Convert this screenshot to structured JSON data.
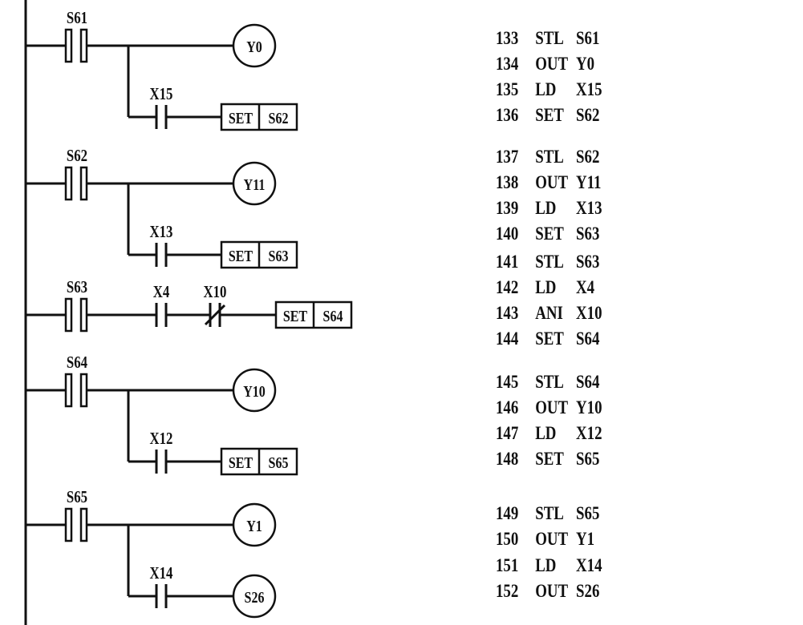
{
  "diagram": {
    "type": "plc-ladder-diagram-with-instruction-list",
    "rungs": [
      {
        "stl": "S61",
        "output_coil": "Y0",
        "branch": {
          "contact": "X15",
          "contact_type": "NO",
          "action": "SET",
          "target": "S62",
          "target_kind": "set-box"
        }
      },
      {
        "stl": "S62",
        "output_coil": "Y11",
        "branch": {
          "contact": "X13",
          "contact_type": "NO",
          "action": "SET",
          "target": "S63",
          "target_kind": "set-box"
        }
      },
      {
        "stl": "S63",
        "series_contacts": [
          {
            "name": "X4",
            "contact_type": "NO"
          },
          {
            "name": "X10",
            "contact_type": "NC"
          }
        ],
        "action": "SET",
        "target": "S64"
      },
      {
        "stl": "S64",
        "output_coil": "Y10",
        "branch": {
          "contact": "X12",
          "contact_type": "NO",
          "action": "SET",
          "target": "S65",
          "target_kind": "set-box"
        }
      },
      {
        "stl": "S65",
        "output_coil": "Y1",
        "branch": {
          "contact": "X14",
          "contact_type": "NO",
          "action": "OUT",
          "target": "S26",
          "target_kind": "coil"
        }
      }
    ],
    "instruction_list": [
      {
        "step": "133",
        "op": "STL",
        "arg": "S61"
      },
      {
        "step": "134",
        "op": "OUT",
        "arg": "Y0"
      },
      {
        "step": "135",
        "op": "LD",
        "arg": "X15"
      },
      {
        "step": "136",
        "op": "SET",
        "arg": "S62"
      },
      {
        "step": "137",
        "op": "STL",
        "arg": "S62"
      },
      {
        "step": "138",
        "op": "OUT",
        "arg": "Y11"
      },
      {
        "step": "139",
        "op": "LD",
        "arg": "X13"
      },
      {
        "step": "140",
        "op": "SET",
        "arg": "S63"
      },
      {
        "step": "141",
        "op": "STL",
        "arg": "S63"
      },
      {
        "step": "142",
        "op": "LD",
        "arg": "X4"
      },
      {
        "step": "143",
        "op": "ANI",
        "arg": "X10"
      },
      {
        "step": "144",
        "op": "SET",
        "arg": "S64"
      },
      {
        "step": "145",
        "op": "STL",
        "arg": "S64"
      },
      {
        "step": "146",
        "op": "OUT",
        "arg": "Y10"
      },
      {
        "step": "147",
        "op": "LD",
        "arg": "X12"
      },
      {
        "step": "148",
        "op": "SET",
        "arg": "S65"
      },
      {
        "step": "149",
        "op": "STL",
        "arg": "S65"
      },
      {
        "step": "150",
        "op": "OUT",
        "arg": "Y1"
      },
      {
        "step": "151",
        "op": "LD",
        "arg": "X14"
      },
      {
        "step": "152",
        "op": "OUT",
        "arg": "S26"
      }
    ]
  }
}
